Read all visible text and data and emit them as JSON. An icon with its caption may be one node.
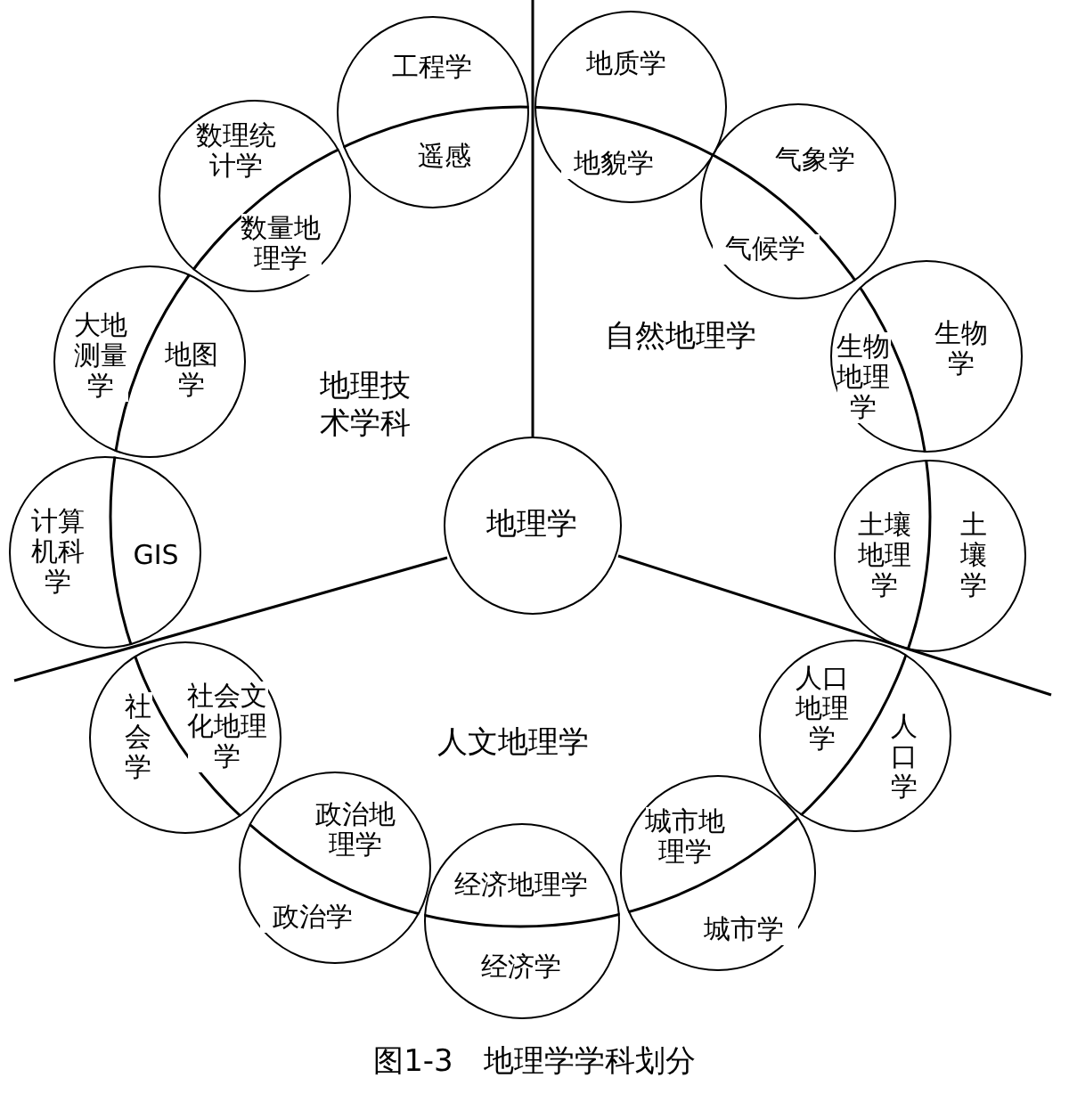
{
  "diagram": {
    "caption": "图1-3　地理学学科划分",
    "nodes": [
      {
        "text": [
          "地理学"
        ]
      },
      {
        "text": [
          "工程学",
          "遥感"
        ]
      },
      {
        "text": [
          "地质学",
          "地貌学"
        ]
      },
      {
        "text": [
          "气象学",
          "气候学"
        ]
      },
      {
        "text": [
          "生物地理学",
          "生物学"
        ]
      },
      {
        "text": [
          "土壤地理学",
          "土壤学"
        ]
      },
      {
        "text": [
          "人口地理学",
          "人口学"
        ]
      },
      {
        "text": [
          "城市地理学",
          "城市学"
        ]
      },
      {
        "text": [
          "经济地理学",
          "经济学"
        ]
      },
      {
        "text": [
          "政治地理学",
          "政治学"
        ]
      },
      {
        "text": [
          "社会学",
          "社会文化地理学"
        ]
      },
      {
        "text": [
          "计算机科学",
          "GIS"
        ]
      },
      {
        "text": [
          "大地测量学",
          "地图学"
        ]
      },
      {
        "text": [
          "数理统计学",
          "数量地理学"
        ]
      }
    ],
    "edges": [],
    "labels": [
      "自然地理学",
      "地理技术学科",
      "人文地理学"
    ]
  }
}
